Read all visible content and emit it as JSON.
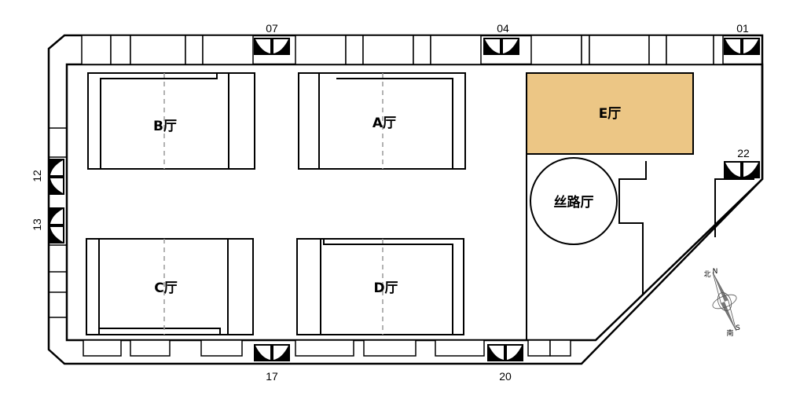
{
  "halls": {
    "a": "A厅",
    "b": "B厅",
    "c": "C厅",
    "d": "D厅",
    "e": "E厅",
    "silk": "丝路厅"
  },
  "doors": {
    "d01": "01",
    "d04": "04",
    "d07": "07",
    "d12": "12",
    "d13": "13",
    "d17": "17",
    "d20": "20",
    "d22": "22"
  },
  "compass": {
    "north_cn": "北",
    "north_en": "N",
    "south_cn": "南",
    "south_en": "S"
  },
  "colors": {
    "highlight_hall": "#ECC685",
    "wall": "#000000",
    "door": "#000000",
    "divider": "#999999"
  }
}
